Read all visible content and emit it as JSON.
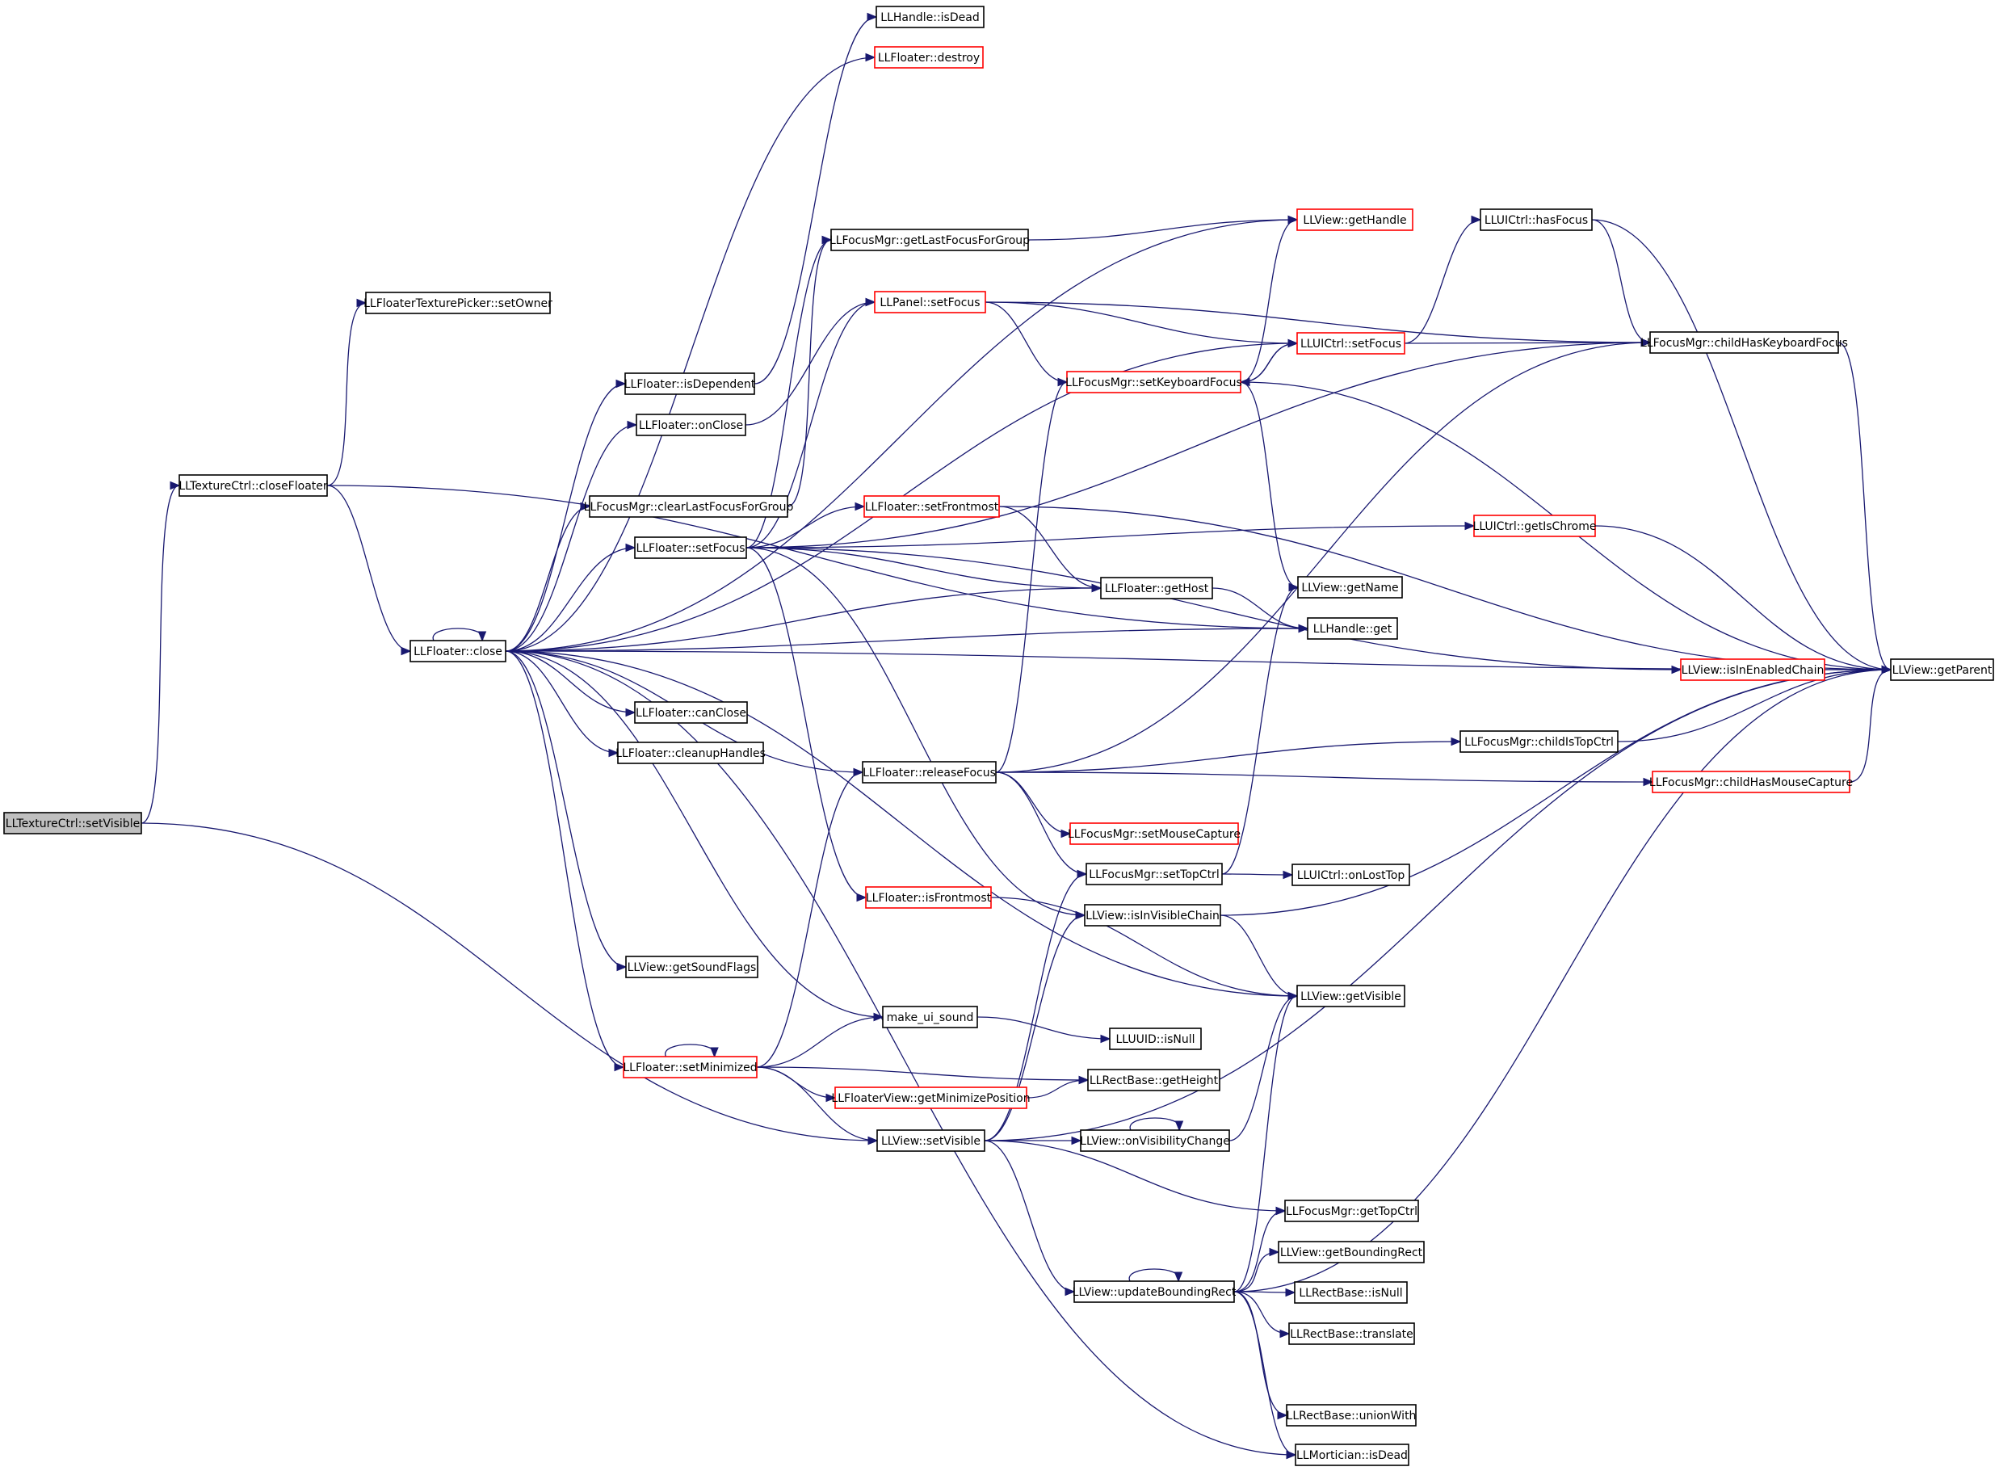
{
  "nodes": [
    {
      "id": "setVisibleTC",
      "label": "LLTextureCtrl::setVisible",
      "style": "root"
    },
    {
      "id": "closeFloater",
      "label": "LLTextureCtrl::closeFloater",
      "style": "normal"
    },
    {
      "id": "setOwner",
      "label": "LLFloaterTexturePicker::setOwner",
      "style": "normal"
    },
    {
      "id": "close",
      "label": "LLFloater::close",
      "style": "normal"
    },
    {
      "id": "isDependent",
      "label": "LLFloater::isDependent",
      "style": "normal"
    },
    {
      "id": "onClose",
      "label": "LLFloater::onClose",
      "style": "normal"
    },
    {
      "id": "clearLastFocus",
      "label": "LLFocusMgr::clearLastFocusForGroup",
      "style": "normal"
    },
    {
      "id": "setFocus",
      "label": "LLFloater::setFocus",
      "style": "normal"
    },
    {
      "id": "canClose",
      "label": "LLFloater::canClose",
      "style": "normal"
    },
    {
      "id": "cleanupHandles",
      "label": "LLFloater::cleanupHandles",
      "style": "normal"
    },
    {
      "id": "getSoundFlags",
      "label": "LLView::getSoundFlags",
      "style": "normal"
    },
    {
      "id": "setMinimized",
      "label": "LLFloater::setMinimized",
      "style": "red"
    },
    {
      "id": "handleIsDead",
      "label": "LLHandle::isDead",
      "style": "normal"
    },
    {
      "id": "destroy",
      "label": "LLFloater::destroy",
      "style": "red"
    },
    {
      "id": "getLastFocus",
      "label": "LLFocusMgr::getLastFocusForGroup",
      "style": "normal"
    },
    {
      "id": "panelSetFocus",
      "label": "LLPanel::setFocus",
      "style": "red"
    },
    {
      "id": "setFrontmost",
      "label": "LLFloater::setFrontmost",
      "style": "red"
    },
    {
      "id": "releaseFocus",
      "label": "LLFloater::releaseFocus",
      "style": "normal"
    },
    {
      "id": "isFrontmost",
      "label": "LLFloater::isFrontmost",
      "style": "red"
    },
    {
      "id": "makeUiSound",
      "label": "make_ui_sound",
      "style": "normal"
    },
    {
      "id": "getMinimizePos",
      "label": "LLFloaterView::getMinimizePosition",
      "style": "red"
    },
    {
      "id": "viewSetVisible",
      "label": "LLView::setVisible",
      "style": "normal"
    },
    {
      "id": "getHost",
      "label": "LLFloater::getHost",
      "style": "normal"
    },
    {
      "id": "setKeyboardFocus",
      "label": "LLFocusMgr::setKeyboardFocus",
      "style": "red"
    },
    {
      "id": "setMouseCapture",
      "label": "LLFocusMgr::setMouseCapture",
      "style": "red"
    },
    {
      "id": "setTopCtrl",
      "label": "LLFocusMgr::setTopCtrl",
      "style": "normal"
    },
    {
      "id": "isInVisibleChain",
      "label": "LLView::isInVisibleChain",
      "style": "normal"
    },
    {
      "id": "uuidIsNull",
      "label": "LLUUID::isNull",
      "style": "normal"
    },
    {
      "id": "getHeight",
      "label": "LLRectBase::getHeight",
      "style": "normal"
    },
    {
      "id": "onVisibilityChange",
      "label": "LLView::onVisibilityChange",
      "style": "normal"
    },
    {
      "id": "updateBoundingRect",
      "label": "LLView::updateBoundingRect",
      "style": "normal"
    },
    {
      "id": "getHandle",
      "label": "LLView::getHandle",
      "style": "red"
    },
    {
      "id": "uictrlSetFocus",
      "label": "LLUICtrl::setFocus",
      "style": "red"
    },
    {
      "id": "getName",
      "label": "LLView::getName",
      "style": "normal"
    },
    {
      "id": "handleGet",
      "label": "LLHandle::get",
      "style": "normal"
    },
    {
      "id": "onLostTop",
      "label": "LLUICtrl::onLostTop",
      "style": "normal"
    },
    {
      "id": "getVisible",
      "label": "LLView::getVisible",
      "style": "normal"
    },
    {
      "id": "getTopCtrl",
      "label": "LLFocusMgr::getTopCtrl",
      "style": "normal"
    },
    {
      "id": "getBoundingRect",
      "label": "LLView::getBoundingRect",
      "style": "normal"
    },
    {
      "id": "rectIsNull",
      "label": "LLRectBase::isNull",
      "style": "normal"
    },
    {
      "id": "translate",
      "label": "LLRectBase::translate",
      "style": "normal"
    },
    {
      "id": "unionWith",
      "label": "LLRectBase::unionWith",
      "style": "normal"
    },
    {
      "id": "morticianIsDead",
      "label": "LLMortician::isDead",
      "style": "normal"
    },
    {
      "id": "hasFocus",
      "label": "LLUICtrl::hasFocus",
      "style": "normal"
    },
    {
      "id": "getIsChrome",
      "label": "LLUICtrl::getIsChrome",
      "style": "red"
    },
    {
      "id": "childIsTopCtrl",
      "label": "LLFocusMgr::childIsTopCtrl",
      "style": "normal"
    },
    {
      "id": "childHasMouseCapture",
      "label": "LLFocusMgr::childHasMouseCapture",
      "style": "red"
    },
    {
      "id": "childHasKbFocus",
      "label": "LLFocusMgr::childHasKeyboardFocus",
      "style": "normal"
    },
    {
      "id": "isInEnabledChain",
      "label": "LLView::isInEnabledChain",
      "style": "red"
    },
    {
      "id": "getParent",
      "label": "LLView::getParent",
      "style": "normal"
    }
  ],
  "edges": [
    [
      "setVisibleTC",
      "closeFloater"
    ],
    [
      "setVisibleTC",
      "viewSetVisible"
    ],
    [
      "closeFloater",
      "setOwner"
    ],
    [
      "closeFloater",
      "close"
    ],
    [
      "closeFloater",
      "handleGet"
    ],
    [
      "close",
      "close"
    ],
    [
      "close",
      "isDependent"
    ],
    [
      "close",
      "onClose"
    ],
    [
      "close",
      "clearLastFocus"
    ],
    [
      "close",
      "setFocus"
    ],
    [
      "close",
      "canClose"
    ],
    [
      "close",
      "cleanupHandles"
    ],
    [
      "close",
      "getSoundFlags"
    ],
    [
      "close",
      "setMinimized"
    ],
    [
      "close",
      "makeUiSound"
    ],
    [
      "close",
      "releaseFocus"
    ],
    [
      "close",
      "getHost"
    ],
    [
      "close",
      "handleGet"
    ],
    [
      "close",
      "getVisible"
    ],
    [
      "close",
      "morticianIsDead"
    ],
    [
      "close",
      "destroy"
    ],
    [
      "close",
      "getHandle"
    ],
    [
      "close",
      "uictrlSetFocus"
    ],
    [
      "close",
      "getParent"
    ],
    [
      "isDependent",
      "handleIsDead"
    ],
    [
      "onClose",
      "panelSetFocus"
    ],
    [
      "clearLastFocus",
      "getLastFocus"
    ],
    [
      "setFocus",
      "getLastFocus"
    ],
    [
      "setFocus",
      "panelSetFocus"
    ],
    [
      "setFocus",
      "setFrontmost"
    ],
    [
      "setFocus",
      "getHost"
    ],
    [
      "setFocus",
      "isFrontmost"
    ],
    [
      "setFocus",
      "isInVisibleChain"
    ],
    [
      "setFocus",
      "isInEnabledChain"
    ],
    [
      "setFocus",
      "childHasKbFocus"
    ],
    [
      "setFocus",
      "getIsChrome"
    ],
    [
      "getLastFocus",
      "getHandle"
    ],
    [
      "panelSetFocus",
      "uictrlSetFocus"
    ],
    [
      "panelSetFocus",
      "setKeyboardFocus"
    ],
    [
      "panelSetFocus",
      "childHasKbFocus"
    ],
    [
      "setFrontmost",
      "getHost"
    ],
    [
      "setFrontmost",
      "getParent"
    ],
    [
      "setMinimized",
      "setMinimized"
    ],
    [
      "setMinimized",
      "releaseFocus"
    ],
    [
      "setMinimized",
      "makeUiSound"
    ],
    [
      "setMinimized",
      "getMinimizePos"
    ],
    [
      "setMinimized",
      "getHeight"
    ],
    [
      "setMinimized",
      "viewSetVisible"
    ],
    [
      "releaseFocus",
      "setKeyboardFocus"
    ],
    [
      "releaseFocus",
      "childIsTopCtrl"
    ],
    [
      "releaseFocus",
      "childHasMouseCapture"
    ],
    [
      "releaseFocus",
      "setMouseCapture"
    ],
    [
      "releaseFocus",
      "setTopCtrl"
    ],
    [
      "releaseFocus",
      "childHasKbFocus"
    ],
    [
      "isFrontmost",
      "getVisible"
    ],
    [
      "makeUiSound",
      "uuidIsNull"
    ],
    [
      "getMinimizePos",
      "getHeight"
    ],
    [
      "viewSetVisible",
      "onVisibilityChange"
    ],
    [
      "viewSetVisible",
      "getTopCtrl"
    ],
    [
      "viewSetVisible",
      "updateBoundingRect"
    ],
    [
      "viewSetVisible",
      "setTopCtrl"
    ],
    [
      "viewSetVisible",
      "isInVisibleChain"
    ],
    [
      "viewSetVisible",
      "getParent"
    ],
    [
      "getHost",
      "handleGet"
    ],
    [
      "setKeyboardFocus",
      "getHandle"
    ],
    [
      "setKeyboardFocus",
      "uictrlSetFocus"
    ],
    [
      "setKeyboardFocus",
      "getName"
    ],
    [
      "setKeyboardFocus",
      "getParent"
    ],
    [
      "uictrlSetFocus",
      "setKeyboardFocus"
    ],
    [
      "uictrlSetFocus",
      "hasFocus"
    ],
    [
      "uictrlSetFocus",
      "childHasKbFocus"
    ],
    [
      "setTopCtrl",
      "onLostTop"
    ],
    [
      "setTopCtrl",
      "getName"
    ],
    [
      "isInVisibleChain",
      "getVisible"
    ],
    [
      "isInVisibleChain",
      "getParent"
    ],
    [
      "onVisibilityChange",
      "onVisibilityChange"
    ],
    [
      "onVisibilityChange",
      "getVisible"
    ],
    [
      "updateBoundingRect",
      "updateBoundingRect"
    ],
    [
      "updateBoundingRect",
      "getTopCtrl"
    ],
    [
      "updateBoundingRect",
      "getBoundingRect"
    ],
    [
      "updateBoundingRect",
      "rectIsNull"
    ],
    [
      "updateBoundingRect",
      "translate"
    ],
    [
      "updateBoundingRect",
      "unionWith"
    ],
    [
      "updateBoundingRect",
      "morticianIsDead"
    ],
    [
      "updateBoundingRect",
      "getVisible"
    ],
    [
      "updateBoundingRect",
      "getParent"
    ],
    [
      "hasFocus",
      "childHasKbFocus"
    ],
    [
      "hasFocus",
      "getParent"
    ],
    [
      "getIsChrome",
      "getParent"
    ],
    [
      "childIsTopCtrl",
      "getParent"
    ],
    [
      "childHasMouseCapture",
      "getParent"
    ],
    [
      "childHasKbFocus",
      "getParent"
    ],
    [
      "isInEnabledChain",
      "getParent"
    ]
  ]
}
